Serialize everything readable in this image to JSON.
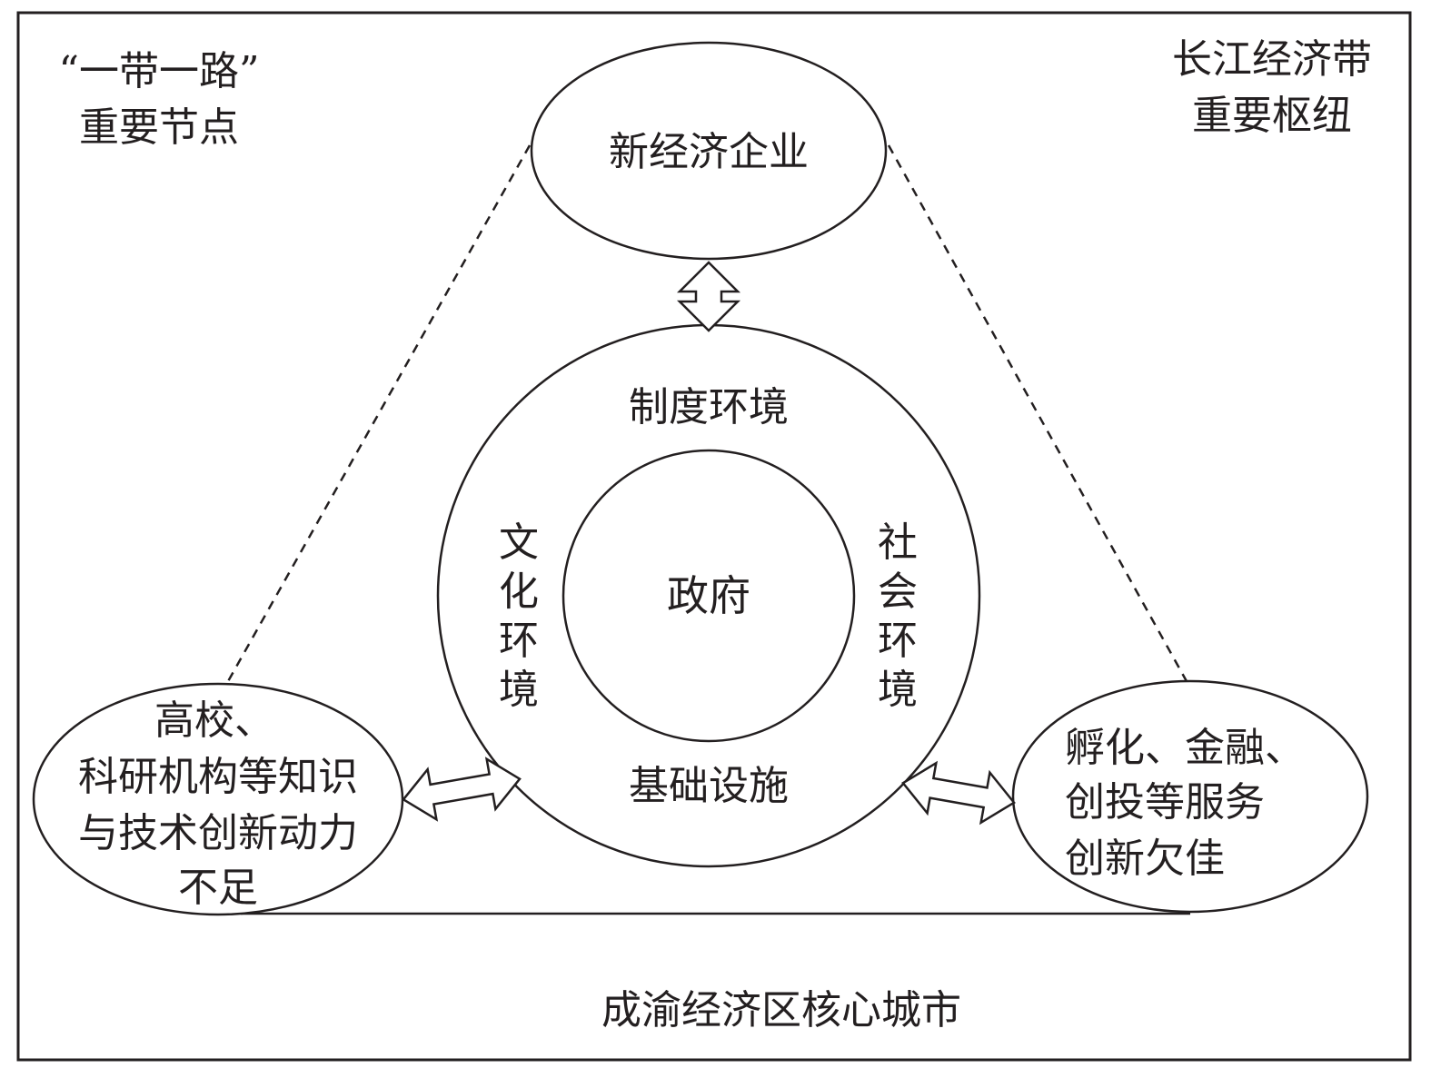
{
  "corners": {
    "top_left": [
      "“一带一路”",
      "重要节点"
    ],
    "top_right": [
      "长江经济带",
      "重要枢纽"
    ],
    "bottom": "成渝经济区核心城市"
  },
  "nodes": {
    "top": "新经济企业",
    "left": [
      "高校、",
      "科研机构等知识",
      "与技术创新动力",
      "不足"
    ],
    "right": [
      "孵化、金融、",
      "创投等服务",
      "创新欠佳"
    ]
  },
  "ring": {
    "top": "制度环境",
    "bottom": "基础设施",
    "left": [
      "文",
      "化",
      "环",
      "境"
    ],
    "right": [
      "社",
      "会",
      "环",
      "境"
    ]
  },
  "center": "政府",
  "colors": {
    "stroke": "#231f20",
    "background": "#ffffff"
  }
}
